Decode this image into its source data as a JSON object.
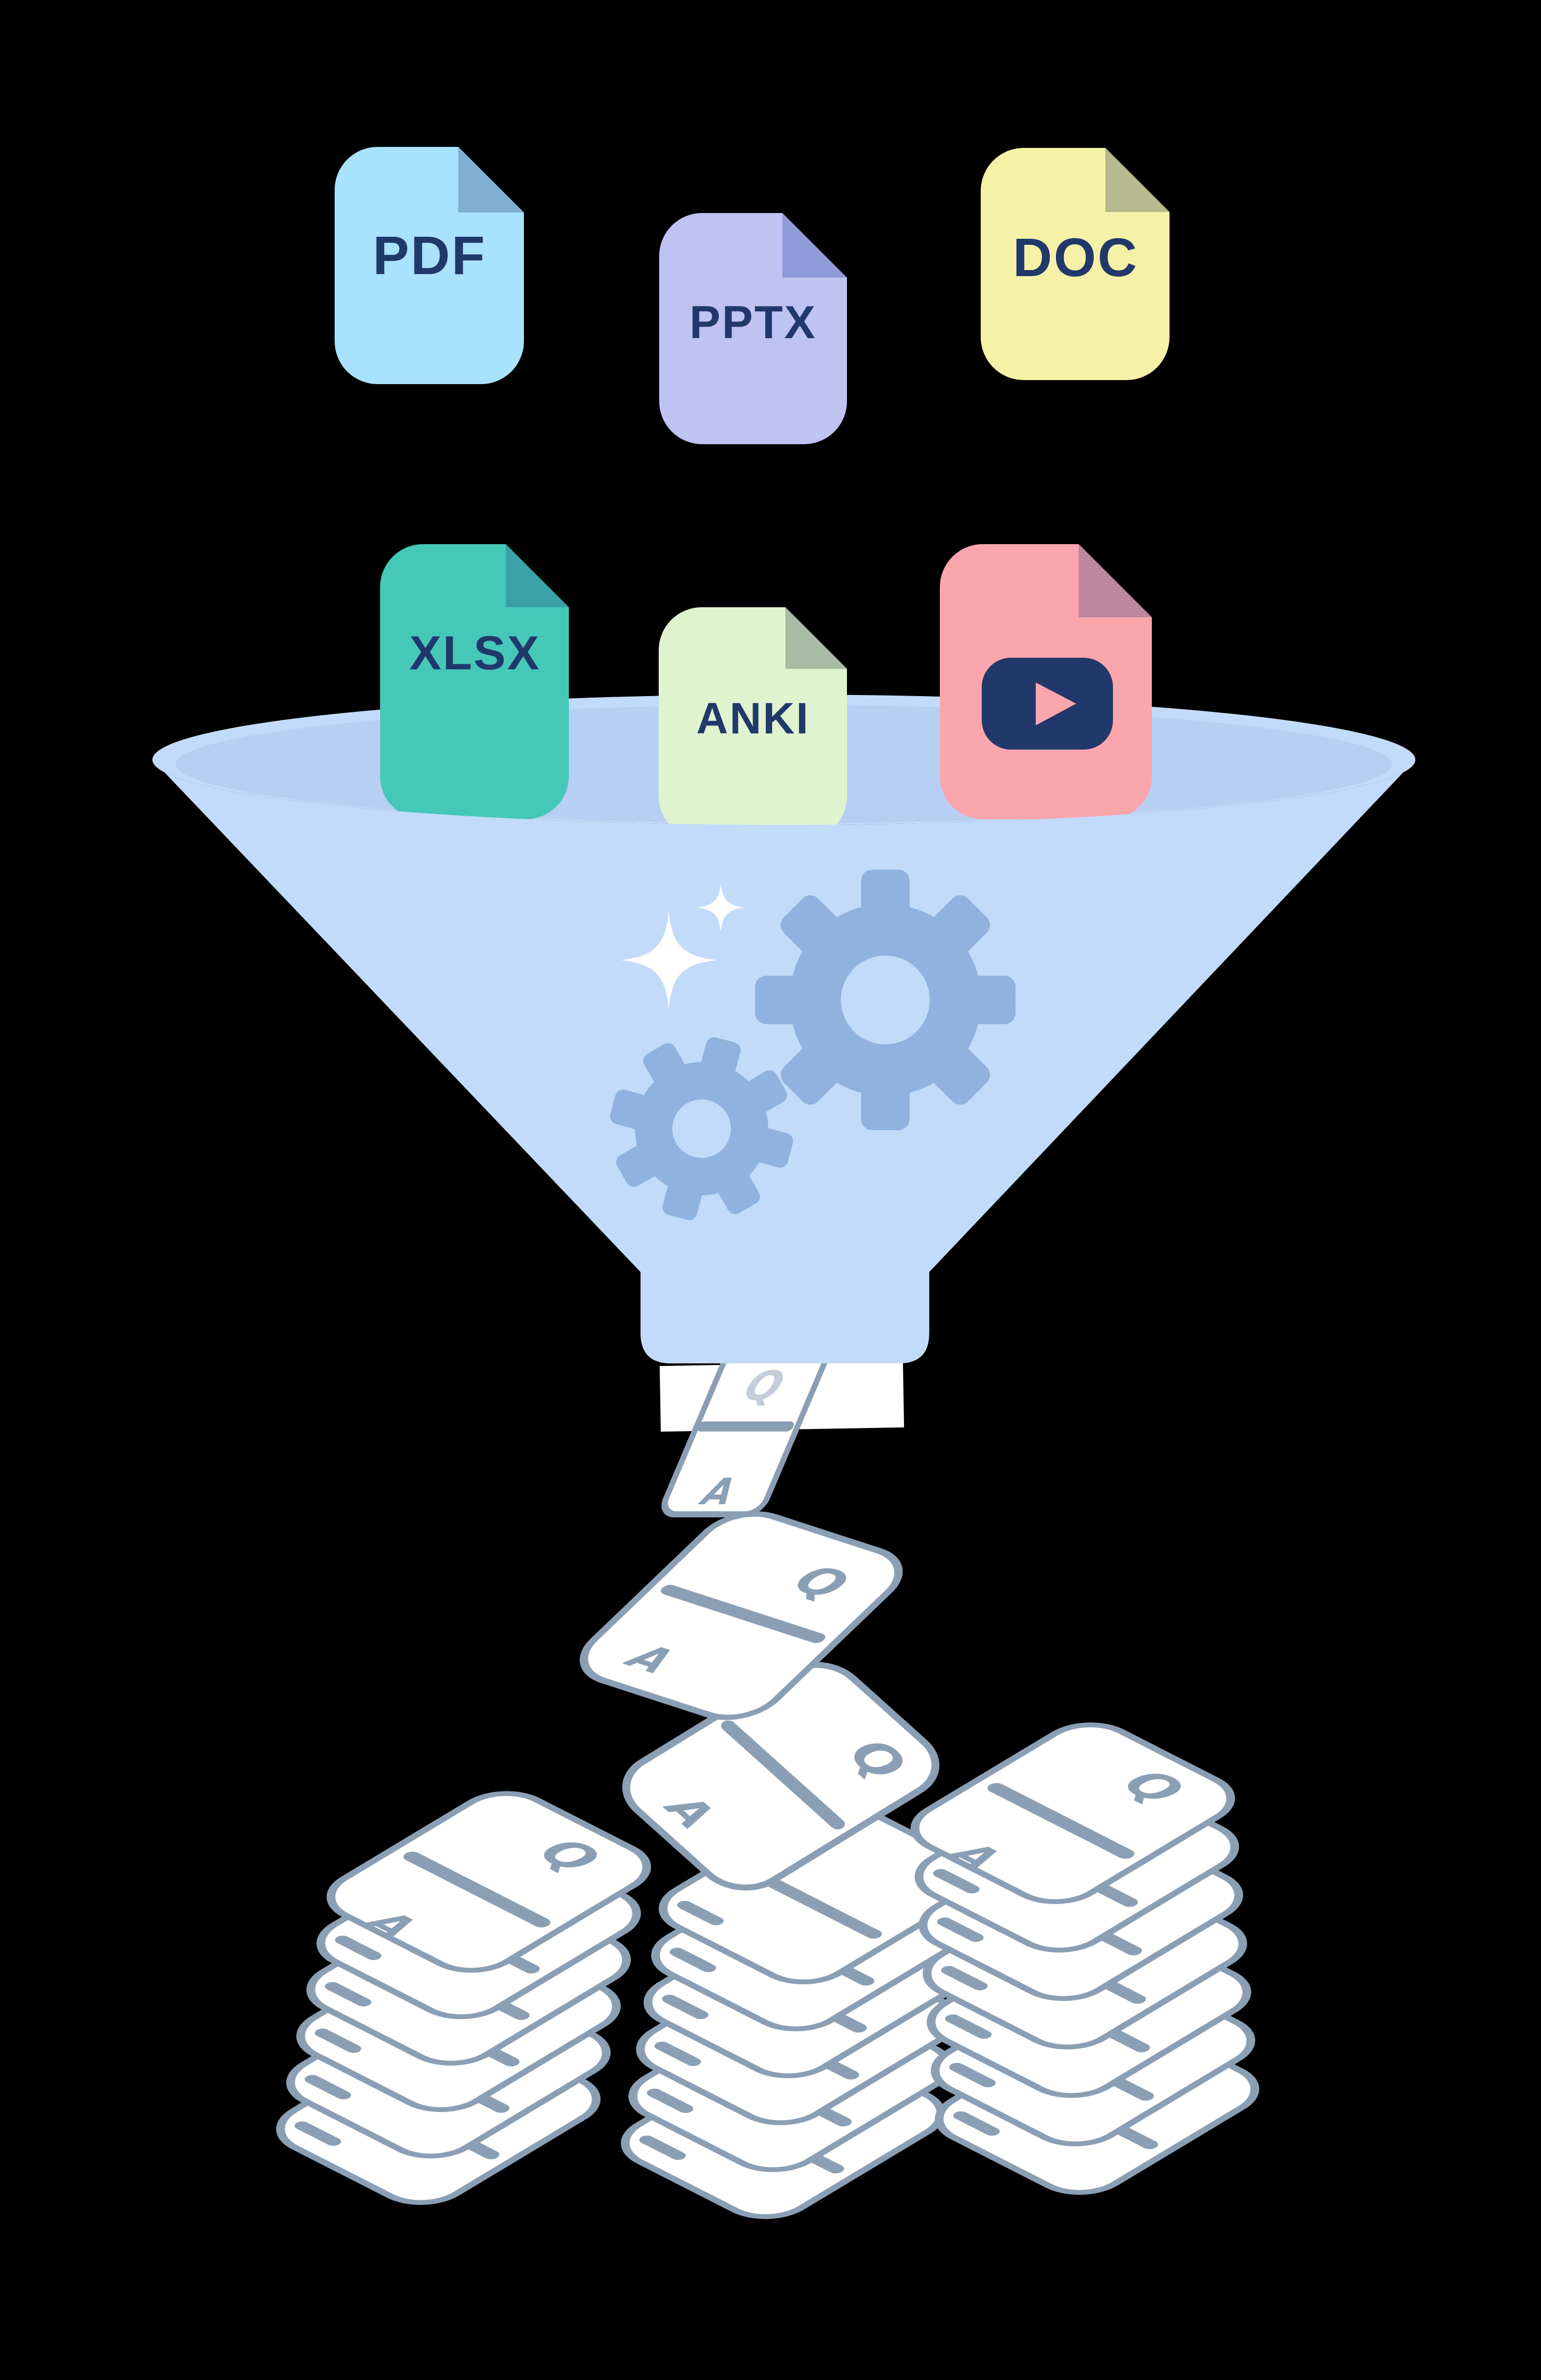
{
  "illustration": {
    "cards": {
      "q_label": "Q",
      "a_label": "A"
    },
    "file_icons": [
      {
        "label": "PDF",
        "body_color": "#A9E2FC",
        "fold_color": "#7FB0D2"
      },
      {
        "label": "PPTX",
        "body_color": "#BFC3F2",
        "fold_color": "#8F99D8"
      },
      {
        "label": "DOC",
        "body_color": "#F5F1A7",
        "fold_color": "#B6B88D"
      },
      {
        "label": "XLSX",
        "body_color": "#46C8B9",
        "fold_color": "#3AA1A8"
      },
      {
        "label": "ANKI",
        "body_color": "#E0F3CF",
        "fold_color": "#A7BBA5"
      },
      {
        "label": "",
        "body_color": "#FAA6AC",
        "fold_color": "#BE879E",
        "play_color": "#21386B"
      }
    ],
    "colors": {
      "background": "#000000",
      "navy": "#21386B",
      "funnel_light": "#C2DBFA",
      "funnel_opening": "#B7CFF3",
      "gear": "#8FB2DE",
      "sparkle": "#FFFFFF",
      "card_fill": "#FFFFFF",
      "card_stroke": "#8B9FB4",
      "letter": "#8B9FB4",
      "letter_faded": "#C5CDD9"
    }
  }
}
